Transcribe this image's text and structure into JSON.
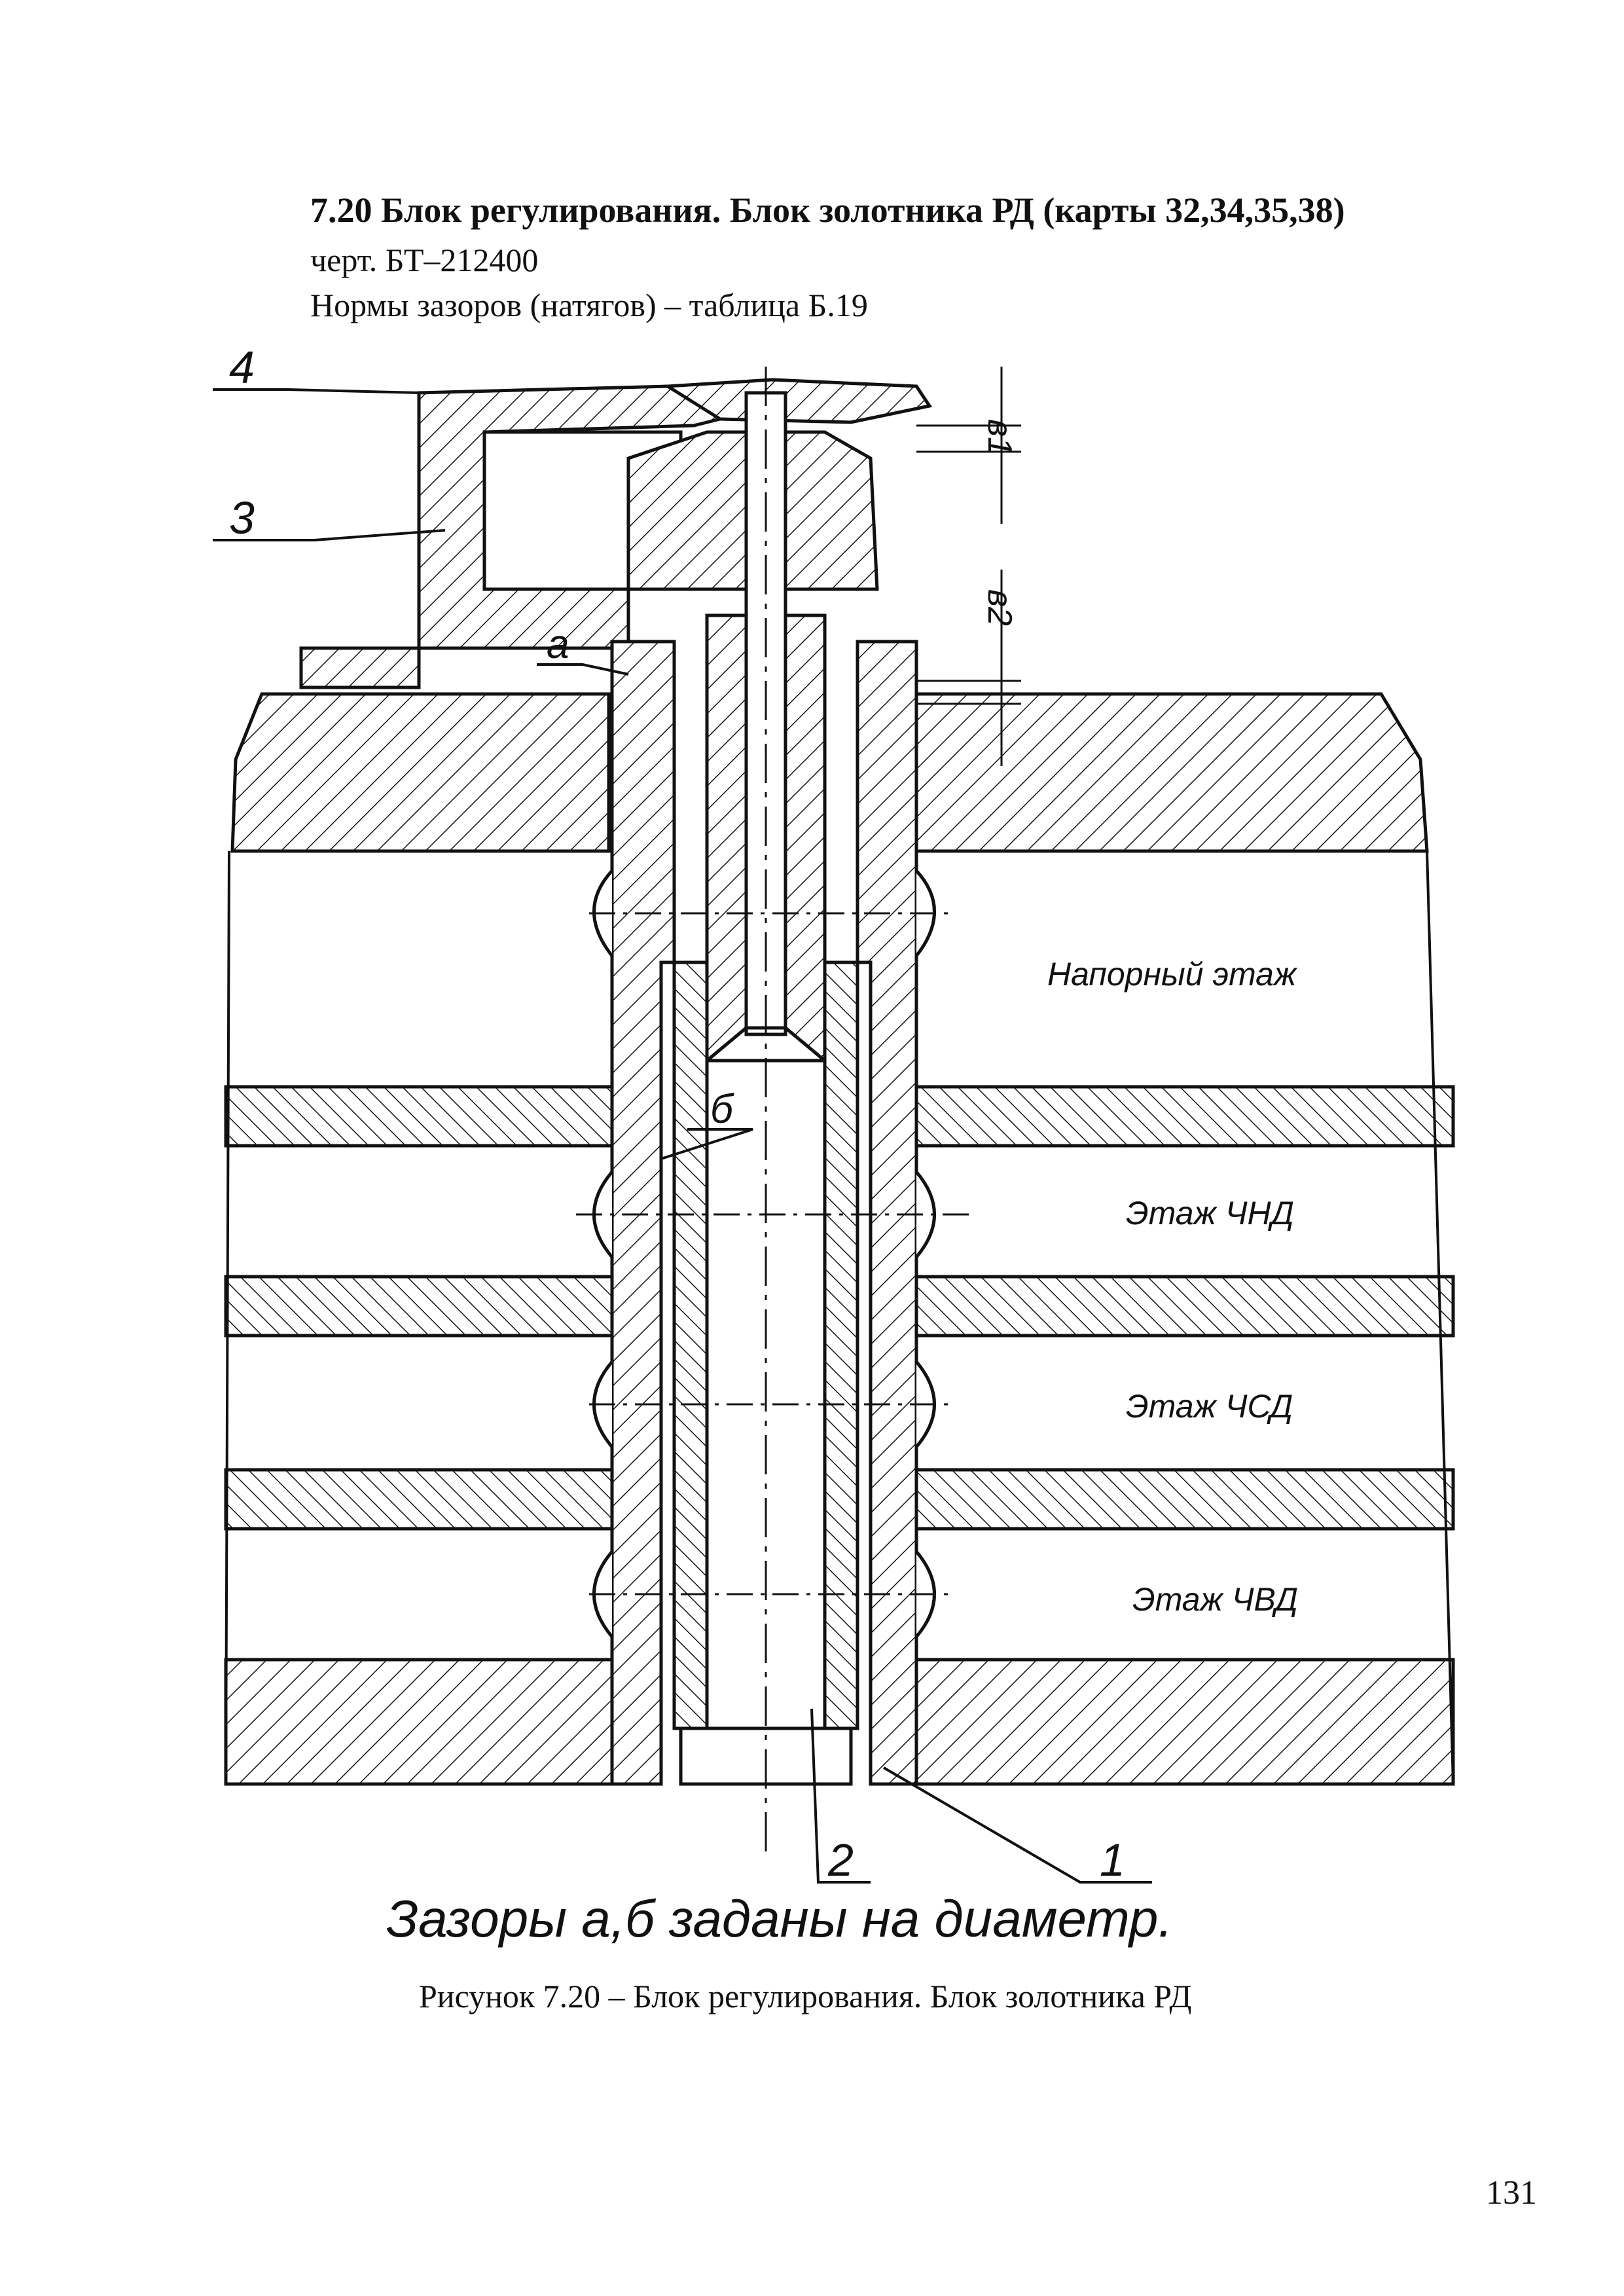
{
  "header": {
    "title": "7.20 Блок регулирования. Блок золотника РД (карты 32,34,35,38)",
    "drawing_ref": "черт.  БТ–212400",
    "norms_ref": "Нормы зазоров (натягов) – таблица Б.19"
  },
  "diagram": {
    "part_labels": [
      "4",
      "3",
      "2",
      "1"
    ],
    "gap_labels": [
      "а",
      "б"
    ],
    "dimension_labels": [
      "в1",
      "в2"
    ],
    "floors": [
      "Напорный этаж",
      "Этаж ЧНД",
      "Этаж ЧСД",
      "Этаж ЧВД"
    ]
  },
  "note": "Зазоры а,б заданы на диаметр.",
  "caption": "Рисунок 7.20 – Блок регулирования. Блок золотника РД",
  "page_number": "131"
}
